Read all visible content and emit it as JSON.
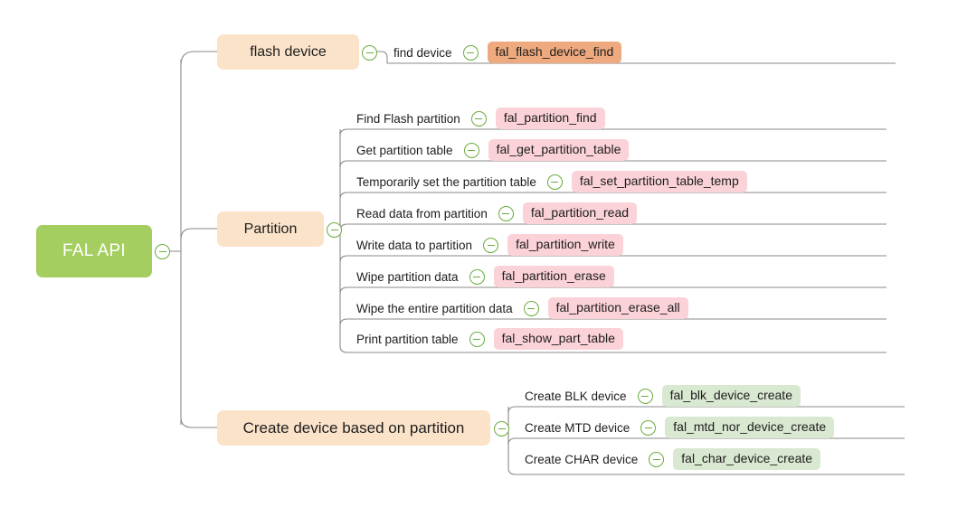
{
  "diagram": {
    "type": "mind-map",
    "title": "FAL API",
    "colors": {
      "root_fill": "#a5ce60",
      "root_text": "#ffffff",
      "branch_fill": "#fbe3ca",
      "badge_orange": "#eeaa7e",
      "badge_pink": "#fad2d8",
      "badge_green": "#d9e8d0",
      "connector": "#8a8a8a",
      "collapse_icon": "#6aab3c",
      "background": "#ffffff"
    },
    "icons": {
      "collapse": "minus-circle-icon"
    }
  },
  "root": {
    "label": "FAL API"
  },
  "branches": [
    {
      "label": "flash device",
      "children": [
        {
          "label": "find device",
          "api": "fal_flash_device_find",
          "badge_color": "orange"
        }
      ]
    },
    {
      "label": "Partition",
      "children": [
        {
          "label": "Find Flash partition",
          "api": "fal_partition_find",
          "badge_color": "pink"
        },
        {
          "label": "Get partition table",
          "api": "fal_get_partition_table",
          "badge_color": "pink"
        },
        {
          "label": "Temporarily set the partition table",
          "api": "fal_set_partition_table_temp",
          "badge_color": "pink"
        },
        {
          "label": "Read data from partition",
          "api": "fal_partition_read",
          "badge_color": "pink"
        },
        {
          "label": "Write data to partition",
          "api": "fal_partition_write",
          "badge_color": "pink"
        },
        {
          "label": "Wipe partition data",
          "api": "fal_partition_erase",
          "badge_color": "pink"
        },
        {
          "label": "Wipe the entire partition data",
          "api": "fal_partition_erase_all",
          "badge_color": "pink"
        },
        {
          "label": "Print partition table",
          "api": "fal_show_part_table",
          "badge_color": "pink"
        }
      ]
    },
    {
      "label": "Create device based on partition",
      "children": [
        {
          "label": "Create BLK device",
          "api": "fal_blk_device_create",
          "badge_color": "green"
        },
        {
          "label": "Create MTD device",
          "api": "fal_mtd_nor_device_create",
          "badge_color": "green"
        },
        {
          "label": "Create CHAR device",
          "api": "fal_char_device_create",
          "badge_color": "green"
        }
      ]
    }
  ]
}
